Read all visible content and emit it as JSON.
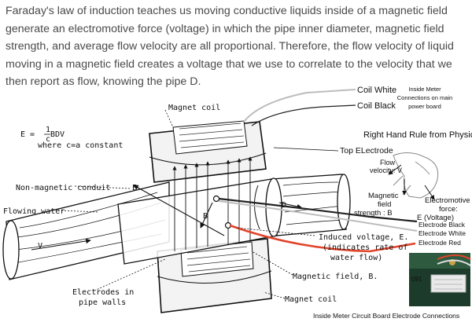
{
  "intro_text": "Faraday's law of induction teaches us moving conductive liquids inside of a magnetic field generate an electromotive force (voltage) in which the pipe inner diameter, magnetic field strength, and average flow velocity are all proportional. Therefore, the flow velocity of liquid moving in a magnetic field creates a voltage that we use to correlate to the velocity that we then report as flow, knowing the pipe D.",
  "formula": {
    "lhs": "E = ",
    "num": "1",
    "den": "c",
    "rhs": " BDV",
    "note": "where c=a constant"
  },
  "labels": {
    "magnet_coil_top": "Magnet coil",
    "magnet_coil_bottom": "Magnet coil",
    "non_magnetic_conduit": "Non-magnetic conduit",
    "flowing_water": "Flowing water",
    "electrodes": [
      "Electrodes in",
      "pipe walls"
    ],
    "induced_voltage": [
      "Induced voltage, E.",
      "(indicates rate of",
      "water flow)"
    ],
    "magnetic_field": "Magnetic field, B.",
    "letter_e": "E",
    "letter_v": "V",
    "letter_b": "B",
    "letter_d": "D"
  },
  "wires": {
    "coil_white": "Coil White",
    "coil_black": "Coil Black",
    "inside_meter": [
      "Inside Meter",
      "Connections on main",
      "power board"
    ],
    "electrode_black": "Electrode Black",
    "electrode_white": "Electrode White",
    "electrode_red": "Electrode Red",
    "board_caption": "Inside Meter Circuit Board Electrode Connections",
    "board_code": "091"
  },
  "right_hand_rule": {
    "title": "Right Hand Rule from Physics",
    "top_electrode": "Top ELectrode",
    "flow_velocity": [
      "Flow",
      "velocity: V"
    ],
    "magnetic_field": [
      "Magnetic",
      "field",
      "strength : B"
    ],
    "emf": [
      "Electromotive",
      "force:",
      "E (Voltage)"
    ]
  },
  "colors": {
    "text": "#4a4a4a",
    "wire_red": "#e2442a",
    "wire_black": "#222222",
    "wire_gray": "#bdbdbd",
    "board": "#1c3b2a"
  }
}
